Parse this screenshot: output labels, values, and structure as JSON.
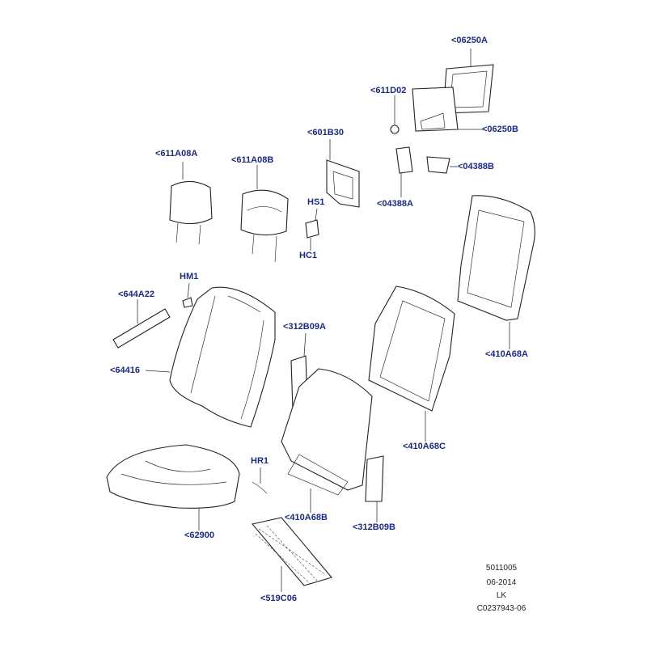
{
  "callouts": {
    "c06250A": "<06250A",
    "c611D02": "<611D02",
    "c06250B": "<06250B",
    "c601B30": "<601B30",
    "c611A08A": "<611A08A",
    "c611A08B": "<611A08B",
    "c04388B": "<04388B",
    "cHS1": "HS1",
    "c04388A": "<04388A",
    "cHC1": "HC1",
    "cHM1": "HM1",
    "c644A22": "<644A22",
    "c312B09A": "<312B09A",
    "c410A68A": "<410A68A",
    "c64416": "<64416",
    "c410A68C": "<410A68C",
    "cHR1": "HR1",
    "c62900": "<62900",
    "c410A68B": "<410A68B",
    "c312B09B": "<312B09B",
    "c519C06": "<519C06"
  },
  "footer": {
    "line1": "5011005",
    "line2": "06-2014",
    "line3": "LK",
    "line4": "C0237943-06"
  },
  "colors": {
    "callout_text": "#1a2a8c",
    "line": "#222222",
    "background": "#ffffff"
  }
}
